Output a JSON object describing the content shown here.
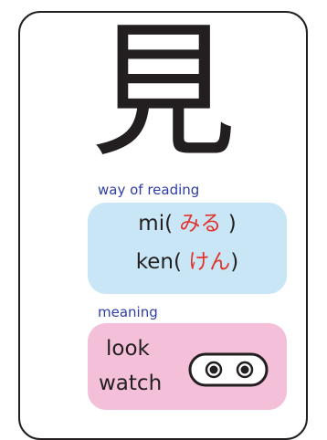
{
  "kanji": "見",
  "reading": {
    "label": "way of reading",
    "lines": [
      {
        "romaji": "mi(",
        "kana": " みる",
        "close": " )"
      },
      {
        "romaji": "ken(",
        "kana": " けん",
        "close": ")"
      }
    ]
  },
  "meaning": {
    "label": "meaning",
    "words": [
      "look",
      "watch"
    ],
    "icon": "eyes-icon"
  },
  "colors": {
    "reading_box": "#c8e6f5",
    "meaning_box": "#f4bfd9",
    "kana": "#e4322b",
    "label": "#2f3da6",
    "ink": "#231f20"
  }
}
